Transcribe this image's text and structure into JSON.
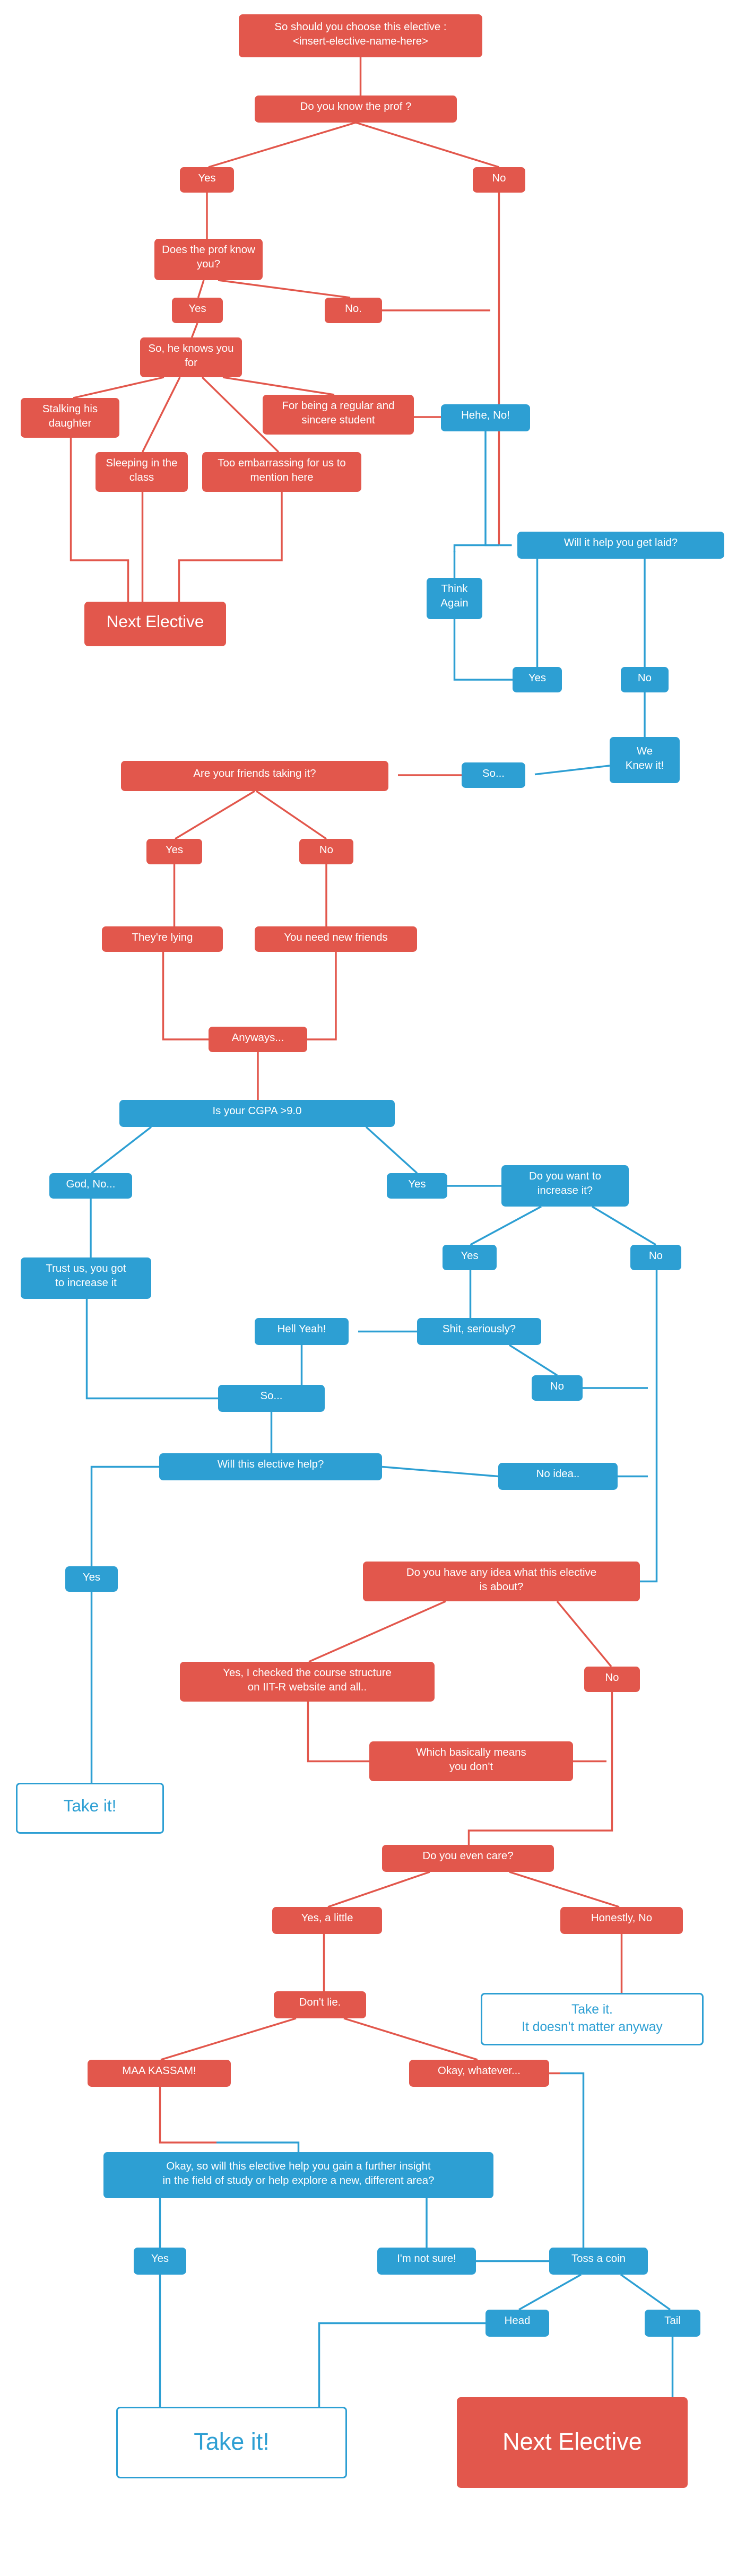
{
  "palette": {
    "red": "#e2574c",
    "blue": "#2d9fd3",
    "background": "#ffffff"
  },
  "nodes": {
    "start": {
      "label": "So should you choose this elective :\n<insert-elective-name-here>"
    },
    "know_prof": {
      "label": "Do you know the prof ?"
    },
    "know_prof_yes": {
      "label": "Yes"
    },
    "know_prof_no": {
      "label": "No"
    },
    "prof_knows_you": {
      "label": "Does the prof know you?"
    },
    "prof_knows_yes": {
      "label": "Yes"
    },
    "prof_knows_no": {
      "label": "No."
    },
    "knows_you_for": {
      "label": "So, he knows you for"
    },
    "stalking": {
      "label": "Stalking his daughter"
    },
    "regular": {
      "label": "For being a regular and sincere student"
    },
    "sleeping": {
      "label": "Sleeping in the class"
    },
    "embarrassing": {
      "label": "Too embarrassing for us to mention here"
    },
    "hehe_no": {
      "label": "Hehe, No!"
    },
    "next_elective_1": {
      "label": "Next Elective"
    },
    "get_laid": {
      "label": "Will it help you get laid?"
    },
    "think_again": {
      "label": "Think\nAgain"
    },
    "laid_yes": {
      "label": "Yes"
    },
    "laid_no": {
      "label": "No"
    },
    "we_knew_it": {
      "label": "We\nKnew it!"
    },
    "so_1": {
      "label": "So..."
    },
    "friends_taking": {
      "label": "Are your friends taking it?"
    },
    "friends_yes": {
      "label": "Yes"
    },
    "friends_no": {
      "label": "No"
    },
    "theyre_lying": {
      "label": "They're lying"
    },
    "new_friends": {
      "label": "You need new friends"
    },
    "anyways": {
      "label": "Anyways..."
    },
    "cgpa": {
      "label": "Is your CGPA >9.0"
    },
    "god_no": {
      "label": "God, No..."
    },
    "cgpa_yes": {
      "label": "Yes"
    },
    "increase_q": {
      "label": "Do you want to\nincrease it?"
    },
    "trust_us": {
      "label": "Trust us, you got\nto increase it"
    },
    "increase_yes": {
      "label": "Yes"
    },
    "increase_no": {
      "label": "No"
    },
    "hell_yeah": {
      "label": "Hell Yeah!"
    },
    "shit_seriously": {
      "label": "Shit, seriously?"
    },
    "shit_no": {
      "label": "No"
    },
    "so_2": {
      "label": "So..."
    },
    "elective_help": {
      "label": "Will this elective help?"
    },
    "no_idea": {
      "label": "No idea.."
    },
    "help_yes": {
      "label": "Yes"
    },
    "idea_about": {
      "label": "Do you have any idea what this elective\nis about?"
    },
    "checked": {
      "label": "Yes, I checked the course structure\non IIT-R website and all.."
    },
    "idea_no": {
      "label": "No"
    },
    "basically": {
      "label": "Which basically means\nyou don't"
    },
    "take_it_1": {
      "label": "Take it!"
    },
    "even_care": {
      "label": "Do you even care?"
    },
    "care_little": {
      "label": "Yes, a little"
    },
    "honestly_no": {
      "label": "Honestly, No"
    },
    "dont_lie": {
      "label": "Don't lie."
    },
    "take_it_2": {
      "label": "Take it.\nIt doesn't matter anyway"
    },
    "maa_kassam": {
      "label": "MAA KASSAM!"
    },
    "okay_whatever": {
      "label": "Okay, whatever..."
    },
    "final_q": {
      "label": "Okay, so will this elective help you gain a further insight\nin the field of study or help explore a new,  different area?"
    },
    "final_yes": {
      "label": "Yes"
    },
    "not_sure": {
      "label": "I'm not sure!"
    },
    "toss_coin": {
      "label": "Toss a coin"
    },
    "head": {
      "label": "Head"
    },
    "tail": {
      "label": "Tail"
    },
    "take_it_3": {
      "label": "Take it!"
    },
    "next_elective_2": {
      "label": "Next Elective"
    }
  },
  "edges": [
    [
      "start",
      "know_prof"
    ],
    [
      "know_prof",
      "know_prof_yes"
    ],
    [
      "know_prof",
      "know_prof_no"
    ],
    [
      "know_prof_yes",
      "prof_knows_you"
    ],
    [
      "prof_knows_you",
      "prof_knows_yes"
    ],
    [
      "prof_knows_you",
      "prof_knows_no"
    ],
    [
      "prof_knows_yes",
      "knows_you_for"
    ],
    [
      "knows_you_for",
      "stalking"
    ],
    [
      "knows_you_for",
      "sleeping"
    ],
    [
      "knows_you_for",
      "embarrassing"
    ],
    [
      "knows_you_for",
      "regular"
    ],
    [
      "regular",
      "hehe_no"
    ],
    [
      "stalking",
      "next_elective_1"
    ],
    [
      "sleeping",
      "next_elective_1"
    ],
    [
      "embarrassing",
      "next_elective_1"
    ],
    [
      "prof_knows_no",
      "get_laid"
    ],
    [
      "know_prof_no",
      "get_laid"
    ],
    [
      "hehe_no",
      "get_laid"
    ],
    [
      "get_laid",
      "laid_yes"
    ],
    [
      "get_laid",
      "laid_no"
    ],
    [
      "laid_yes",
      "think_again"
    ],
    [
      "think_again",
      "get_laid"
    ],
    [
      "laid_no",
      "we_knew_it"
    ],
    [
      "we_knew_it",
      "so_1"
    ],
    [
      "so_1",
      "friends_taking"
    ],
    [
      "friends_taking",
      "friends_yes"
    ],
    [
      "friends_taking",
      "friends_no"
    ],
    [
      "friends_yes",
      "theyre_lying"
    ],
    [
      "friends_no",
      "new_friends"
    ],
    [
      "theyre_lying",
      "anyways"
    ],
    [
      "new_friends",
      "anyways"
    ],
    [
      "anyways",
      "cgpa"
    ],
    [
      "cgpa",
      "god_no"
    ],
    [
      "cgpa",
      "cgpa_yes"
    ],
    [
      "cgpa_yes",
      "increase_q"
    ],
    [
      "god_no",
      "trust_us"
    ],
    [
      "trust_us",
      "so_2"
    ],
    [
      "increase_q",
      "increase_yes"
    ],
    [
      "increase_q",
      "increase_no"
    ],
    [
      "increase_yes",
      "shit_seriously"
    ],
    [
      "shit_seriously",
      "hell_yeah"
    ],
    [
      "hell_yeah",
      "so_2"
    ],
    [
      "shit_seriously",
      "shit_no"
    ],
    [
      "shit_no",
      "idea_about"
    ],
    [
      "increase_no",
      "idea_about"
    ],
    [
      "so_2",
      "elective_help"
    ],
    [
      "elective_help",
      "no_idea"
    ],
    [
      "no_idea",
      "idea_about"
    ],
    [
      "elective_help",
      "help_yes"
    ],
    [
      "help_yes",
      "take_it_1"
    ],
    [
      "idea_about",
      "checked"
    ],
    [
      "idea_about",
      "idea_no"
    ],
    [
      "checked",
      "basically"
    ],
    [
      "basically",
      "even_care"
    ],
    [
      "idea_no",
      "even_care"
    ],
    [
      "even_care",
      "care_little"
    ],
    [
      "even_care",
      "honestly_no"
    ],
    [
      "care_little",
      "dont_lie"
    ],
    [
      "honestly_no",
      "take_it_2"
    ],
    [
      "dont_lie",
      "maa_kassam"
    ],
    [
      "dont_lie",
      "okay_whatever"
    ],
    [
      "maa_kassam",
      "final_q"
    ],
    [
      "okay_whatever",
      "toss_coin"
    ],
    [
      "final_q",
      "final_yes"
    ],
    [
      "final_q",
      "not_sure"
    ],
    [
      "not_sure",
      "toss_coin"
    ],
    [
      "toss_coin",
      "head"
    ],
    [
      "toss_coin",
      "tail"
    ],
    [
      "head",
      "take_it_3"
    ],
    [
      "tail",
      "next_elective_2"
    ],
    [
      "final_yes",
      "take_it_3"
    ]
  ]
}
